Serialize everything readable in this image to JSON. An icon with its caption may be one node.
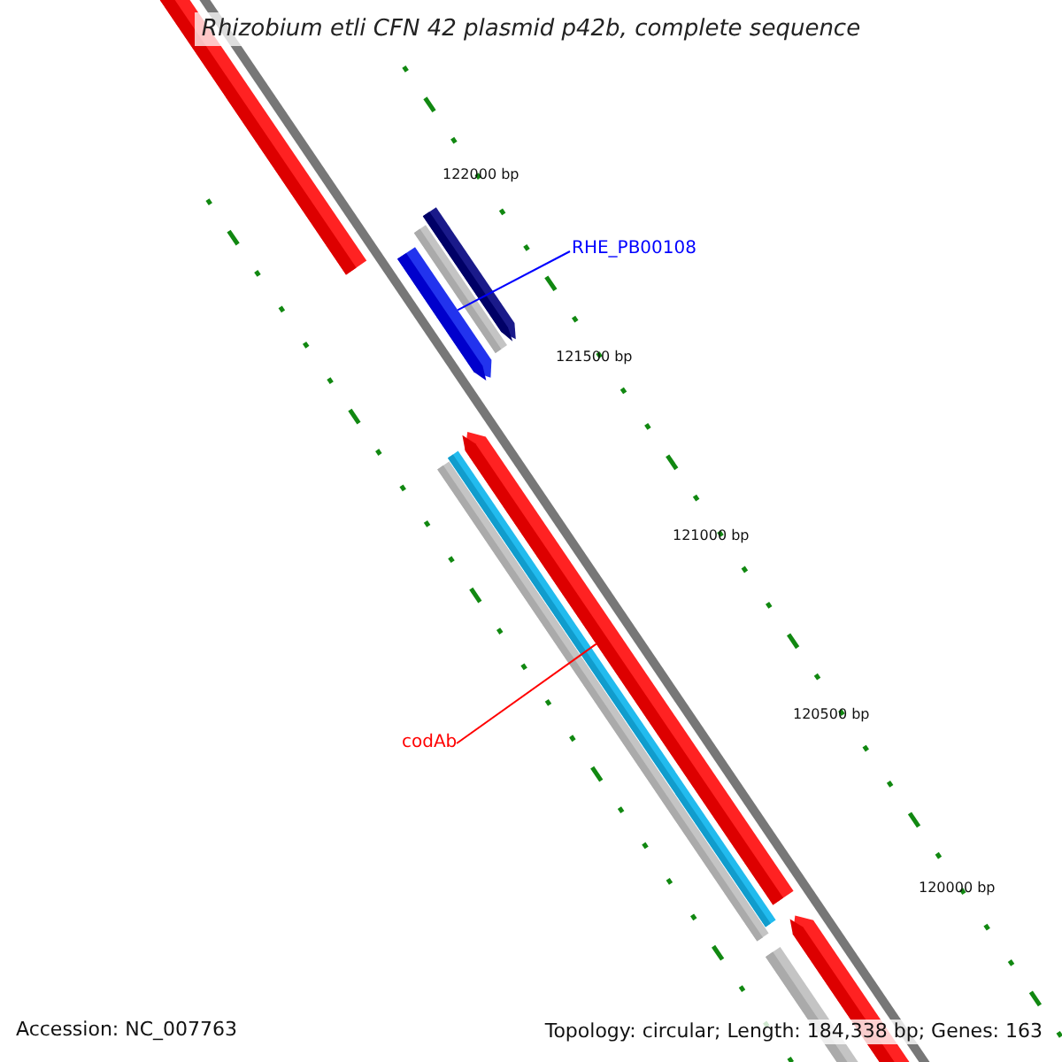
{
  "diagram": {
    "title": "Rhizobium etli CFN 42 plasmid p42b, complete sequence",
    "nodes": [
      {
        "text": [
          "RHE_PB00108"
        ]
      },
      {
        "text": [],
        "shape": "bar"
      },
      {
        "text": [
          "codAb"
        ]
      },
      {
        "text": [],
        "shape": "bar"
      }
    ],
    "edges": [
      {
        "from": 0,
        "to": 1,
        "arrow": "none",
        "color": "#0000ff"
      },
      {
        "from": 2,
        "to": 3,
        "arrow": "none",
        "color": "#ff0000"
      }
    ],
    "labels": [
      "122000 bp",
      "121500 bp",
      "121000 bp",
      "120500 bp",
      "120000 bp",
      "Accession: NC_007763",
      "Topology: circular; Length: 184,338 bp; Genes: 163"
    ]
  }
}
